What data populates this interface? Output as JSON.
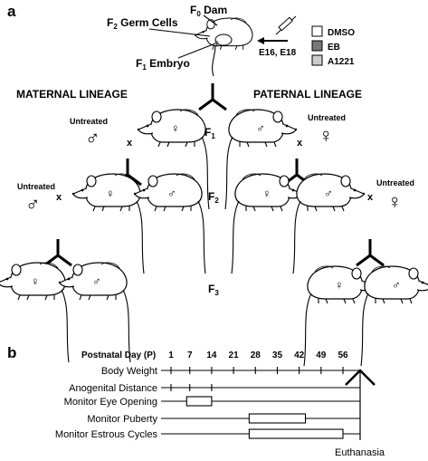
{
  "panel_a": {
    "label": "a",
    "f0_dam": {
      "prefix": "F",
      "sub": "0",
      "text": " Dam"
    },
    "f2_germ": {
      "prefix": "F",
      "sub": "2",
      "text": " Germ Cells"
    },
    "f1_embryo": {
      "prefix": "F",
      "sub": "1",
      "text": " Embryo"
    },
    "treatment_days": "E16, E18",
    "legend": [
      {
        "label": "DMSO",
        "color": "#ffffff"
      },
      {
        "label": "EB",
        "color": "#777777"
      },
      {
        "label": "A1221",
        "color": "#cccccc"
      }
    ],
    "maternal_lineage": "MATERNAL LINEAGE",
    "paternal_lineage": "PATERNAL LINEAGE",
    "untreated": "Untreated",
    "cross": "x",
    "male_symbol": "♂",
    "female_symbol": "♀",
    "generations": [
      {
        "prefix": "F",
        "sub": "1"
      },
      {
        "prefix": "F",
        "sub": "2"
      },
      {
        "prefix": "F",
        "sub": "3"
      }
    ]
  },
  "panel_b": {
    "label": "b",
    "axis_title": "Postnatal Day (P)",
    "days": [
      "1",
      "7",
      "14",
      "21",
      "28",
      "35",
      "42",
      "49",
      "56"
    ],
    "rows": [
      {
        "label": "Body Weight"
      },
      {
        "label": "Anogenital Distance"
      },
      {
        "label": "Monitor Eye Opening"
      },
      {
        "label": "Monitor Puberty"
      },
      {
        "label": "Monitor Estrous Cycles"
      }
    ],
    "endpoint": "Euthanasia"
  }
}
